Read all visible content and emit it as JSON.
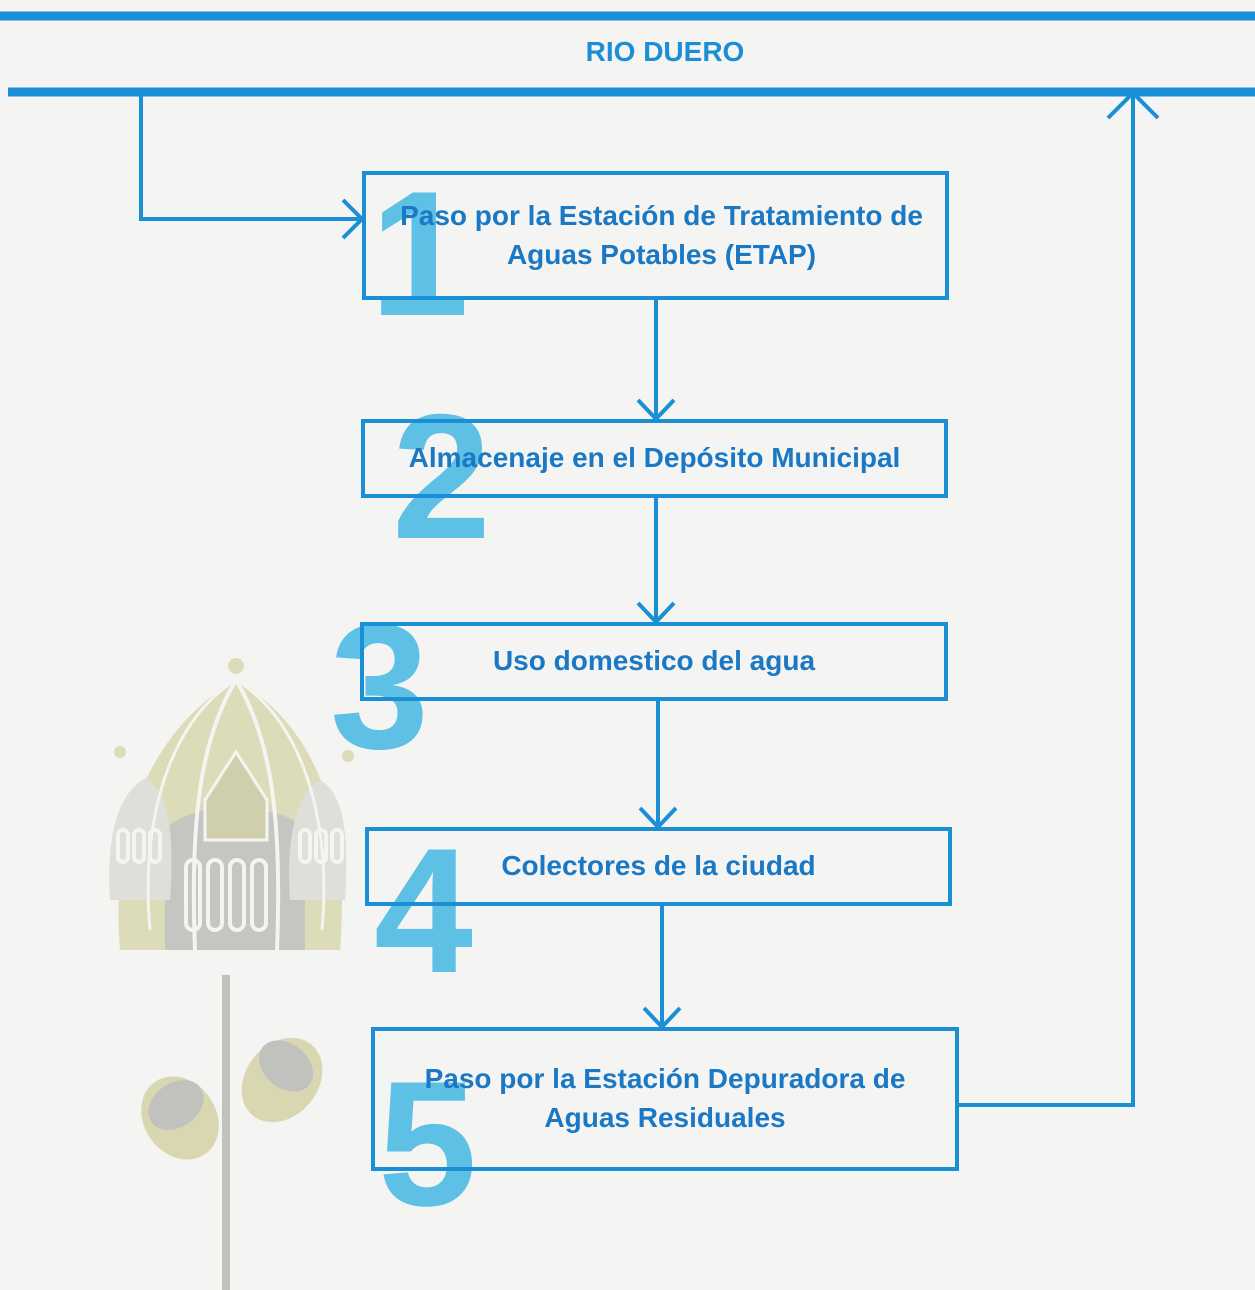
{
  "river": {
    "label": "RIO DUERO"
  },
  "steps": [
    {
      "number": "1",
      "text": "Paso por la Estación de Tratamiento de Aguas Potables (ETAP)"
    },
    {
      "number": "2",
      "text": "Almacenaje en el Depósito Municipal"
    },
    {
      "number": "3",
      "text": "Uso domestico del agua"
    },
    {
      "number": "4",
      "text": "Colectores de la ciudad"
    },
    {
      "number": "5",
      "text": "Paso por la Estación Depuradora de Aguas Residuales"
    }
  ],
  "colors": {
    "line": "#1a8fd6",
    "text": "#1a78c4",
    "number": "#5ec0e4",
    "background": "#f4f4f2"
  },
  "decoration": {
    "illustration": "cathedral-dome-flower-icon"
  }
}
